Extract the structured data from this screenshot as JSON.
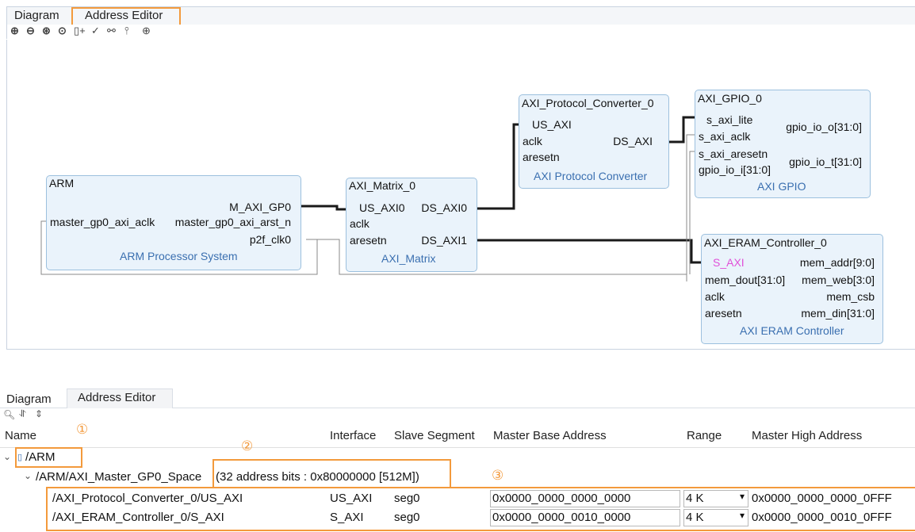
{
  "top": {
    "tabs": [
      "Diagram",
      "Address Editor"
    ],
    "toolbar_icons": [
      "zoom-in-icon",
      "zoom-out-icon",
      "zoom-fit-icon",
      "zoom-area-icon",
      "add-ip-icon",
      "validate-icon",
      "regenerate-layout-icon",
      "pin-icon",
      "port-icon"
    ],
    "blocks": {
      "arm": {
        "name": "ARM",
        "type": "ARM Processor System",
        "ports": [
          "M_AXI_GP0",
          "master_gp0_axi_aclk",
          "master_gp0_axi_arst_n",
          "p2f_clk0"
        ]
      },
      "matrix": {
        "name": "AXI_Matrix_0",
        "type": "AXI_Matrix",
        "ports": [
          "US_AXI0",
          "DS_AXI0",
          "aclk",
          "aresetn",
          "DS_AXI1"
        ]
      },
      "protocol": {
        "name": "AXI_Protocol_Converter_0",
        "type": "AXI Protocol Converter",
        "ports": [
          "US_AXI",
          "aclk",
          "DS_AXI",
          "aresetn"
        ]
      },
      "gpio": {
        "name": "AXI_GPIO_0",
        "type": "AXI GPIO",
        "ports": [
          "s_axi_lite",
          "s_axi_aclk",
          "gpio_io_o[31:0]",
          "s_axi_aresetn",
          "gpio_io_i[31:0]",
          "gpio_io_t[31:0]"
        ]
      },
      "eram": {
        "name": "AXI_ERAM_Controller_0",
        "type": "AXI ERAM Controller",
        "ports": [
          "S_AXI",
          "mem_addr[9:0]",
          "mem_dout[31:0]",
          "mem_web[3:0]",
          "aclk",
          "mem_csb",
          "aresetn",
          "mem_din[31:0]"
        ]
      }
    }
  },
  "bottom": {
    "tabs": [
      "Diagram",
      "Address Editor"
    ],
    "toolbar_icons": [
      "search-icon",
      "collapse-all-icon",
      "expand-all-icon"
    ],
    "columns": [
      "Name",
      "Interface",
      "Slave Segment",
      "Master Base Address",
      "Range",
      "Master High Address"
    ],
    "tree": {
      "root": "/ARM",
      "space": "/ARM/AXI_Master_GP0_Space",
      "space_info": "(32 address bits : 0x80000000 [512M])"
    },
    "rows": [
      {
        "name": "/AXI_Protocol_Converter_0/US_AXI",
        "interface": "US_AXI",
        "segment": "seg0",
        "base": "0x0000_0000_0000_0000",
        "range": "4 K",
        "high": "0x0000_0000_0000_0FFF"
      },
      {
        "name": "/AXI_ERAM_Controller_0/S_AXI",
        "interface": "S_AXI",
        "segment": "seg0",
        "base": "0x0000_0000_0010_0000",
        "range": "4 K",
        "high": "0x0000_0000_0010_0FFF"
      }
    ],
    "annotations": [
      "①",
      "②",
      "③"
    ]
  },
  "colors": {
    "highlight": "#f39a3c",
    "block_fill": "#eaf3fb",
    "block_border": "#9cc0de",
    "type_text": "#3a6fb0",
    "connection": "#1a1a1a",
    "pink_port": "#e050d8"
  }
}
